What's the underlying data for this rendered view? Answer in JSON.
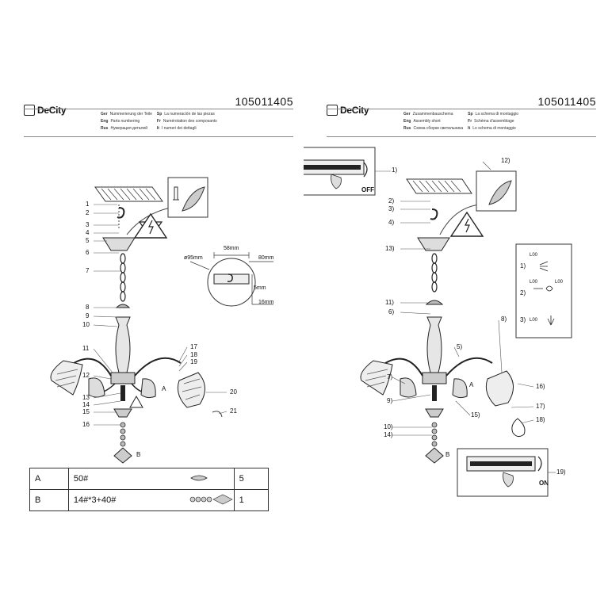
{
  "left": {
    "brand": "DeCity",
    "doc_number": "105011405",
    "langs": [
      [
        "Ger",
        "Nummerierung der Teile",
        "Sp",
        "La numeración de las piezas"
      ],
      [
        "Eng",
        "Parts numbering",
        "Fr",
        "Numérotation des composants"
      ],
      [
        "Rus",
        "Нумерация деталей",
        "It",
        "I numeri dei dettagli"
      ]
    ],
    "callouts_left": [
      "1",
      "2",
      "3",
      "4",
      "5",
      "6",
      "7",
      "8",
      "9",
      "10",
      "11",
      "12",
      "13",
      "14",
      "15",
      "16"
    ],
    "callouts_right": [
      "17",
      "18",
      "19",
      "20",
      "21"
    ],
    "label_a": "A",
    "label_b": "B",
    "dims": {
      "d": "ø95mm",
      "w1": "58mm",
      "w2": "80mm",
      "h1": "5mm",
      "h2": "16mm"
    }
  },
  "right": {
    "brand": "DeCity",
    "doc_number": "105011405",
    "langs": [
      [
        "Ger",
        "Zusammenbauschema",
        "Sp",
        "La schema di montaggio"
      ],
      [
        "Eng",
        "Assembly short",
        "Fr",
        "Schéma d'assemblage"
      ],
      [
        "Rus",
        "Схема сборки светильника",
        "It",
        "Lo schema di montaggio"
      ]
    ],
    "callouts_left": [
      "2)",
      "3)",
      "4)",
      "13)",
      "11)",
      "6)",
      "7)",
      "9)",
      "10)",
      "14)"
    ],
    "callouts_right": [
      "12)",
      "5)",
      "8)",
      "16)",
      "17)",
      "18)",
      "15)"
    ],
    "top_step": "1)",
    "bottom_step": "19)",
    "off_label": "OFF",
    "on_label": "ON",
    "wire_steps": [
      "1)",
      "2)",
      "3)"
    ],
    "wire_labels": [
      "L00",
      "L00",
      "L00",
      "L00"
    ],
    "label_a": "A",
    "label_b": "B"
  },
  "parts_table": [
    {
      "code": "A",
      "spec": "50#",
      "qty": "5"
    },
    {
      "code": "B",
      "spec": "14#*3+40#",
      "qty": "1"
    }
  ]
}
